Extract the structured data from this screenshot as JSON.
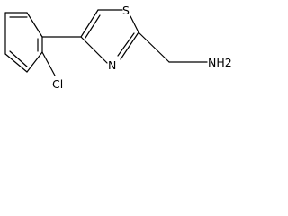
{
  "molecule": {
    "atoms": {
      "sulfur": "S",
      "nitrogen": "N",
      "chlorine": "Cl",
      "amine": "NH2"
    },
    "colors": {
      "bond": "#000000",
      "label": "#000000",
      "background": "#ffffff"
    }
  }
}
